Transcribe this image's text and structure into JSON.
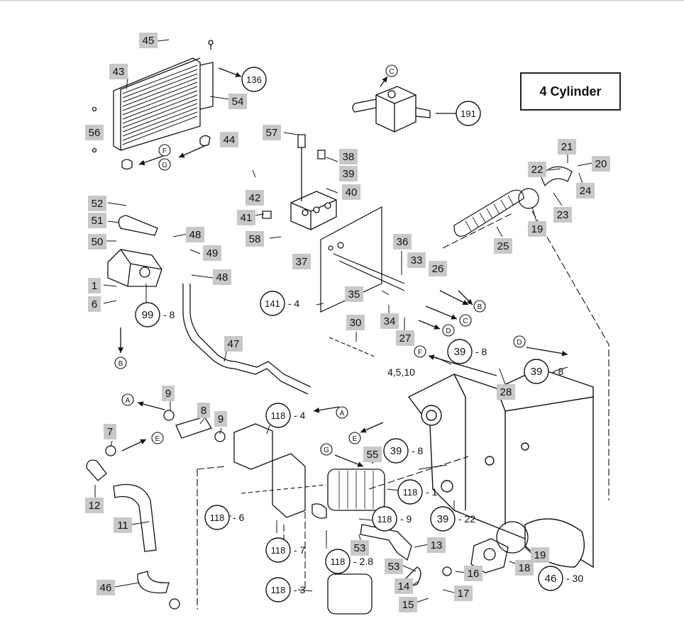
{
  "title": "4 Cylinder",
  "tags": [
    {
      "id": "t45",
      "text": "45"
    },
    {
      "id": "t43",
      "text": "43"
    },
    {
      "id": "t54",
      "text": "54"
    },
    {
      "id": "t56",
      "text": "56"
    },
    {
      "id": "t44",
      "text": "44"
    },
    {
      "id": "t57",
      "text": "57"
    },
    {
      "id": "t38",
      "text": "38"
    },
    {
      "id": "t39a",
      "text": "39"
    },
    {
      "id": "t40",
      "text": "40"
    },
    {
      "id": "t42",
      "text": "42"
    },
    {
      "id": "t41",
      "text": "41"
    },
    {
      "id": "t58",
      "text": "58"
    },
    {
      "id": "t37",
      "text": "37"
    },
    {
      "id": "t52",
      "text": "52"
    },
    {
      "id": "t51",
      "text": "51"
    },
    {
      "id": "t50",
      "text": "50"
    },
    {
      "id": "t48a",
      "text": "48"
    },
    {
      "id": "t49",
      "text": "49"
    },
    {
      "id": "t48b",
      "text": "48"
    },
    {
      "id": "t1",
      "text": "1"
    },
    {
      "id": "t6",
      "text": "6"
    },
    {
      "id": "t36",
      "text": "36"
    },
    {
      "id": "t33",
      "text": "33"
    },
    {
      "id": "t26",
      "text": "26"
    },
    {
      "id": "t35",
      "text": "35"
    },
    {
      "id": "t34",
      "text": "34"
    },
    {
      "id": "t27",
      "text": "27"
    },
    {
      "id": "t30",
      "text": "30"
    },
    {
      "id": "t47",
      "text": "47"
    },
    {
      "id": "t21",
      "text": "21"
    },
    {
      "id": "t20",
      "text": "20"
    },
    {
      "id": "t22",
      "text": "22"
    },
    {
      "id": "t24",
      "text": "24"
    },
    {
      "id": "t23",
      "text": "23"
    },
    {
      "id": "t19a",
      "text": "19"
    },
    {
      "id": "t25",
      "text": "25"
    },
    {
      "id": "t28",
      "text": "28"
    },
    {
      "id": "t9a",
      "text": "9"
    },
    {
      "id": "t8",
      "text": "8"
    },
    {
      "id": "t9b",
      "text": "9"
    },
    {
      "id": "t7",
      "text": "7"
    },
    {
      "id": "t12",
      "text": "12"
    },
    {
      "id": "t11",
      "text": "11"
    },
    {
      "id": "t46",
      "text": "46"
    },
    {
      "id": "t55",
      "text": "55"
    },
    {
      "id": "t53a",
      "text": "53"
    },
    {
      "id": "t13",
      "text": "13"
    },
    {
      "id": "t53b",
      "text": "53"
    },
    {
      "id": "t14",
      "text": "14"
    },
    {
      "id": "t15",
      "text": "15"
    },
    {
      "id": "t17",
      "text": "17"
    },
    {
      "id": "t16",
      "text": "16"
    },
    {
      "id": "t18",
      "text": "18"
    },
    {
      "id": "t19b",
      "text": "19"
    }
  ],
  "refs": [
    {
      "id": "r136",
      "num": "136",
      "suffix": ""
    },
    {
      "id": "r191",
      "num": "191",
      "suffix": ""
    },
    {
      "id": "r141",
      "num": "141",
      "suffix": "- 4"
    },
    {
      "id": "r99",
      "num": "99",
      "suffix": "- 8"
    },
    {
      "id": "r39a",
      "num": "39",
      "suffix": "- 8"
    },
    {
      "id": "r39b",
      "num": "39",
      "suffix": "- 8"
    },
    {
      "id": "r118a",
      "num": "118",
      "suffix": "- 4"
    },
    {
      "id": "r39c",
      "num": "39",
      "suffix": "- 8"
    },
    {
      "id": "r118b",
      "num": "118",
      "suffix": "- 1"
    },
    {
      "id": "r118c",
      "num": "118",
      "suffix": "- 6"
    },
    {
      "id": "r118d",
      "num": "118",
      "suffix": "- 9"
    },
    {
      "id": "r39d",
      "num": "39",
      "suffix": "- 22"
    },
    {
      "id": "r118e",
      "num": "118",
      "suffix": "- 7"
    },
    {
      "id": "r118f",
      "num": "118",
      "suffix": "- 2.8"
    },
    {
      "id": "r118g",
      "num": "118",
      "suffix": "- 3"
    },
    {
      "id": "r46",
      "num": "46",
      "suffix": "- 30"
    }
  ],
  "letters": [
    {
      "id": "lC1",
      "text": "C"
    },
    {
      "id": "lF1",
      "text": "F"
    },
    {
      "id": "lG1",
      "text": "G"
    },
    {
      "id": "lB1",
      "text": "B"
    },
    {
      "id": "lB2",
      "text": "B"
    },
    {
      "id": "lC2",
      "text": "C"
    },
    {
      "id": "lD1",
      "text": "D"
    },
    {
      "id": "lF2",
      "text": "F"
    },
    {
      "id": "lD2",
      "text": "D"
    },
    {
      "id": "lA1",
      "text": "A"
    },
    {
      "id": "lA2",
      "text": "A"
    },
    {
      "id": "lE1",
      "text": "E"
    },
    {
      "id": "lE2",
      "text": "E"
    },
    {
      "id": "lG2",
      "text": "G"
    }
  ],
  "plain_labels": [
    {
      "id": "p45710",
      "text": "4,5,10"
    }
  ]
}
